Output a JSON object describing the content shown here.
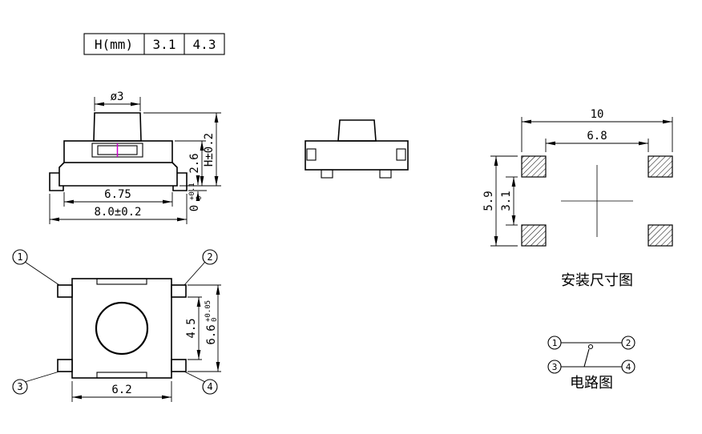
{
  "table": {
    "header": "H(mm)",
    "values": [
      "3.1",
      "4.3"
    ]
  },
  "front_view": {
    "dim_button_diameter": "ø3",
    "dim_body_height": "2.6",
    "dim_total_height": "H±0.2",
    "dim_body_width": "6.75",
    "dim_total_width": "8.0±0.2",
    "dim_standoff": "0",
    "dim_standoff_tol_upper": "+0.1",
    "dim_standoff_tol_lower": "0"
  },
  "mounting_view": {
    "caption": "安装尺寸图",
    "dim_pad_span_outer": "10",
    "dim_pad_span_inner": "6.8",
    "dim_pad_height_outer": "5.9",
    "dim_pad_height_inner": "3.1"
  },
  "top_view": {
    "pin_labels": [
      "1",
      "2",
      "3",
      "4"
    ],
    "dim_pin_pitch": "4.5",
    "dim_body": "6.6",
    "dim_body_tol_upper": "+0.05",
    "dim_body_tol_lower": "0",
    "dim_body_width": "6.2"
  },
  "circuit_view": {
    "caption": "电路图",
    "pin_labels": [
      "1",
      "2",
      "3",
      "4"
    ]
  },
  "colors": {
    "outline": "#000000",
    "centerline_accent": "#cc00cc"
  }
}
